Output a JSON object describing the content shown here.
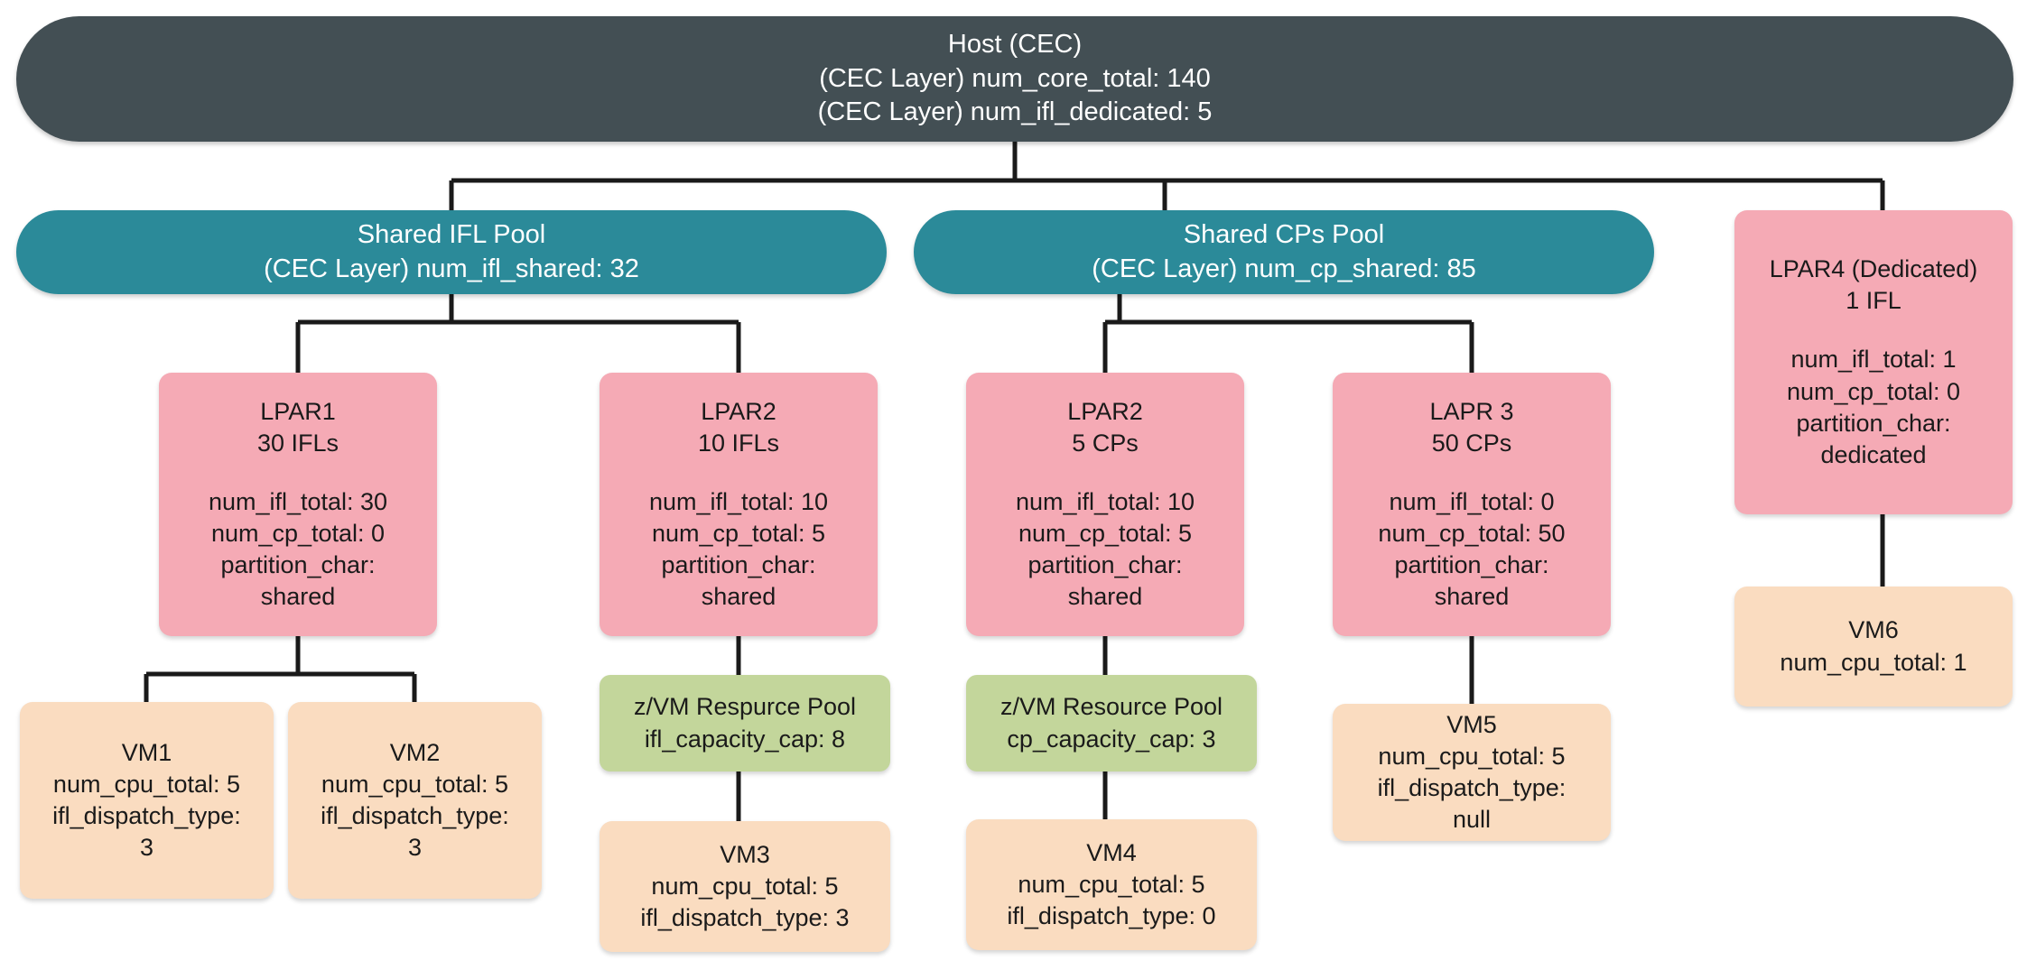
{
  "diagram": {
    "title_note": "IBM Z CEC / LPAR / z-VM resource hierarchy",
    "colors": {
      "host": "#434f54",
      "pool": "#2b8a99",
      "lpar": "#f5aab5",
      "zvm_pool": "#c3d69b",
      "vm": "#fadcc0",
      "edge": "#1a1a1a",
      "host_text": "#ffffff",
      "pool_text": "#ffffff",
      "node_text": "#1a1a1a"
    }
  },
  "nodes": {
    "host": {
      "title": "Host (CEC)",
      "line1": "(CEC Layer) num_core_total: 140",
      "line2": "(CEC Layer) num_ifl_dedicated: 5"
    },
    "pool_ifl": {
      "title": "Shared IFL Pool",
      "line1": "(CEC Layer) num_ifl_shared: 32"
    },
    "pool_cp": {
      "title": "Shared CPs Pool",
      "line1": "(CEC Layer) num_cp_shared: 85"
    },
    "lpar1": {
      "name": "LPAR1",
      "subtitle": "30 IFLs",
      "body": "num_ifl_total: 30\nnum_cp_total: 0\npartition_char:\nshared"
    },
    "lpar2_ifl": {
      "name": "LPAR2",
      "subtitle": "10 IFLs",
      "body": "num_ifl_total: 10\nnum_cp_total: 5\npartition_char:\nshared"
    },
    "lpar2_cp": {
      "name": "LPAR2",
      "subtitle": "5 CPs",
      "body": "num_ifl_total: 10\nnum_cp_total: 5\npartition_char:\nshared"
    },
    "lapr3": {
      "name": "LAPR 3",
      "subtitle": "50 CPs",
      "body": "num_ifl_total: 0\nnum_cp_total: 50\npartition_char:\nshared"
    },
    "lpar4": {
      "name": "LPAR4 (Dedicated)",
      "subtitle": "1 IFL",
      "body": "num_ifl_total: 1\nnum_cp_total: 0\npartition_char:\ndedicated"
    },
    "zvm_pool_ifl": {
      "title": "z/VM Respurce Pool",
      "line1": "ifl_capacity_cap: 8"
    },
    "zvm_pool_cp": {
      "title": "z/VM Resource Pool",
      "line1": "cp_capacity_cap: 3"
    },
    "vm1": {
      "name": "VM1",
      "body": "num_cpu_total: 5\nifl_dispatch_type:\n3"
    },
    "vm2": {
      "name": "VM2",
      "body": "num_cpu_total: 5\nifl_dispatch_type:\n3"
    },
    "vm3": {
      "name": "VM3",
      "body": "num_cpu_total: 5\nifl_dispatch_type: 3"
    },
    "vm4": {
      "name": "VM4",
      "body": "num_cpu_total: 5\nifl_dispatch_type: 0"
    },
    "vm5": {
      "name": "VM5",
      "body": "num_cpu_total: 5\nifl_dispatch_type:\nnull"
    },
    "vm6": {
      "name": "VM6",
      "body": "num_cpu_total: 1"
    }
  }
}
